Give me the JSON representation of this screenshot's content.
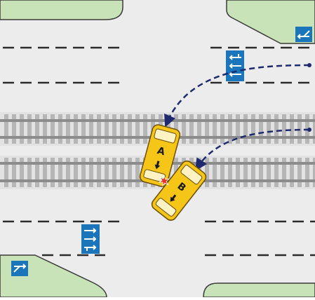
{
  "scene": {
    "road_color": "#ececec",
    "grass_color": "#c9e3b8",
    "grass_edge": "#3a3a3a",
    "lane_mark_color": "#2b2b2b",
    "rail_color": "#9a9a9a",
    "sleeper_color": "#b6b6b6",
    "sign_color": "#1b75bb",
    "path_color": "#1f2a6e",
    "car_color": "#f5c518",
    "collision_color": "#e8321e"
  },
  "vehicles": [
    {
      "label": "A",
      "direction": "down"
    },
    {
      "label": "B",
      "direction": "down-left"
    }
  ],
  "signs": [
    {
      "name": "lane-direction-sign-top",
      "icon": "lane-arrows-icon"
    },
    {
      "name": "lane-direction-sign-bottom",
      "icon": "lane-arrows-icon"
    },
    {
      "name": "corner-sign-top-right",
      "icon": "merge-arrow-icon"
    },
    {
      "name": "corner-sign-bottom-left",
      "icon": "merge-arrow-icon"
    }
  ],
  "collision": {
    "icon": "collision-star-icon"
  }
}
